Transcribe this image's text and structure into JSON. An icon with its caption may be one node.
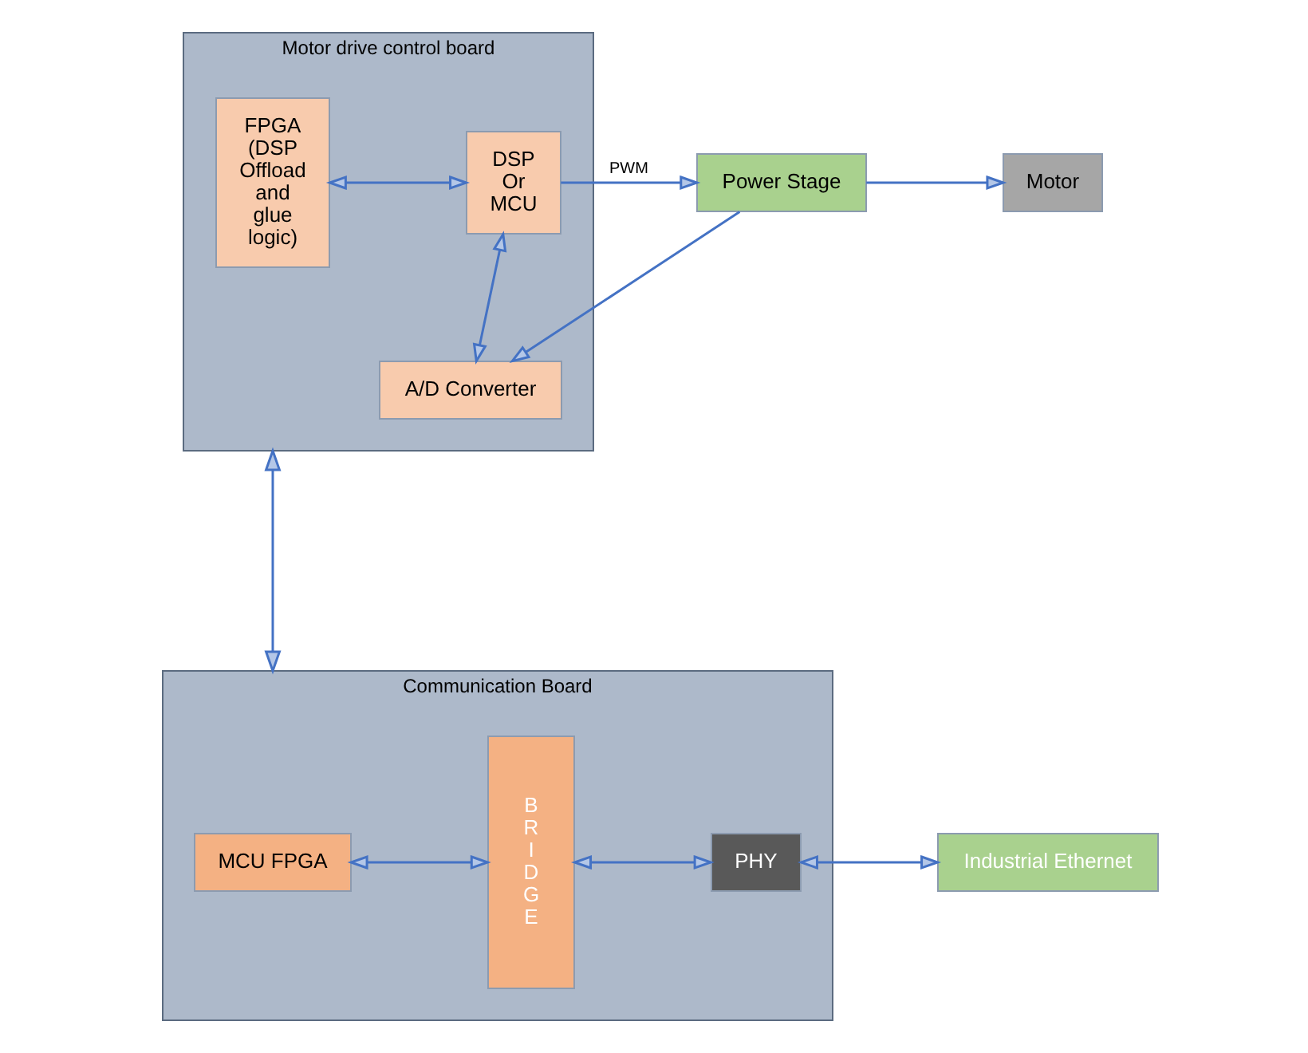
{
  "diagram": {
    "nodes": [
      {
        "text": [
          "Motor drive control board"
        ]
      },
      {
        "text": [
          "FPGA (DSP Offload and glue logic)"
        ],
        "in": 0
      },
      {
        "text": [
          "DSP Or MCU"
        ],
        "in": 0
      },
      {
        "text": [
          "A/D Converter"
        ],
        "in": 0
      },
      {
        "text": [
          "Power Stage"
        ]
      },
      {
        "text": [
          "Motor"
        ]
      },
      {
        "text": [
          "Communication Board"
        ]
      },
      {
        "text": [
          "MCU FPGA"
        ],
        "in": 6
      },
      {
        "text": [
          "B R I D G E"
        ],
        "in": 6
      },
      {
        "text": [
          "PHY"
        ],
        "in": 6
      },
      {
        "text": [
          "Industrial Ethernet"
        ]
      }
    ],
    "edges": [
      {
        "from": 1,
        "to": 2,
        "arrow": "both"
      },
      {
        "from": 2,
        "to": 4,
        "arrow": "to",
        "label": "PWM"
      },
      {
        "from": 2,
        "to": 3,
        "arrow": "both"
      },
      {
        "from": 4,
        "to": 3,
        "arrow": "to"
      },
      {
        "from": 4,
        "to": 5,
        "arrow": "to"
      },
      {
        "from": 0,
        "to": 6,
        "arrow": "both"
      },
      {
        "from": 7,
        "to": 8,
        "arrow": "both"
      },
      {
        "from": 8,
        "to": 9,
        "arrow": "both"
      },
      {
        "from": 9,
        "to": 10,
        "arrow": "both"
      }
    ]
  }
}
